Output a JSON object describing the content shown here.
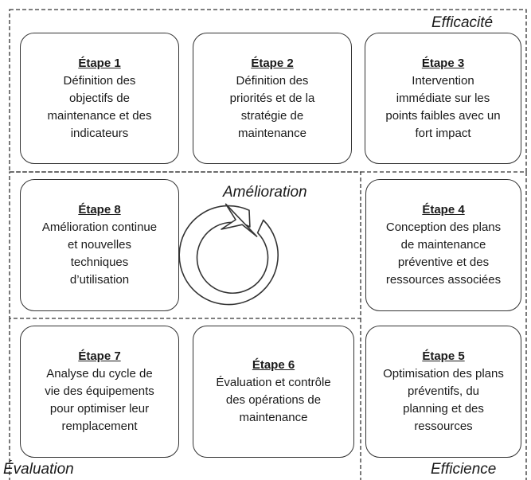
{
  "zones": {
    "efficacite": "Efficacité",
    "amelioration": "Amélioration",
    "evaluation": "Évaluation",
    "efficience": "Efficience"
  },
  "steps": [
    {
      "title": "Étape 1",
      "lines": [
        "Définition des",
        "objectifs de",
        "maintenance et des",
        "indicateurs"
      ]
    },
    {
      "title": "Étape 2",
      "lines": [
        "Définition des",
        "priorités et de la",
        "stratégie de",
        "maintenance"
      ]
    },
    {
      "title": "Étape 3",
      "lines": [
        "Intervention",
        "immédiate sur les",
        "points faibles avec un",
        "fort impact"
      ]
    },
    {
      "title": "Étape 4",
      "lines": [
        "Conception des plans",
        "de maintenance",
        "préventive et des",
        "ressources associées"
      ]
    },
    {
      "title": "Étape 5",
      "lines": [
        "Optimisation des plans",
        "préventifs, du",
        "planning et des",
        "ressources"
      ]
    },
    {
      "title": "Étape 6",
      "lines": [
        "Évaluation et contrôle",
        "des opérations de",
        "maintenance"
      ]
    },
    {
      "title": "Étape 7",
      "lines": [
        "Analyse du cycle de",
        "vie des équipements",
        "pour optimiser leur",
        "remplacement"
      ]
    },
    {
      "title": "Étape 8",
      "lines": [
        "Amélioration continue",
        "et nouvelles",
        "techniques",
        "d’utilisation"
      ]
    }
  ],
  "colors": {
    "border": "#333333",
    "cycle_fill": "#ffffff"
  },
  "icons": {
    "cycle": "circular-arrow-icon"
  }
}
